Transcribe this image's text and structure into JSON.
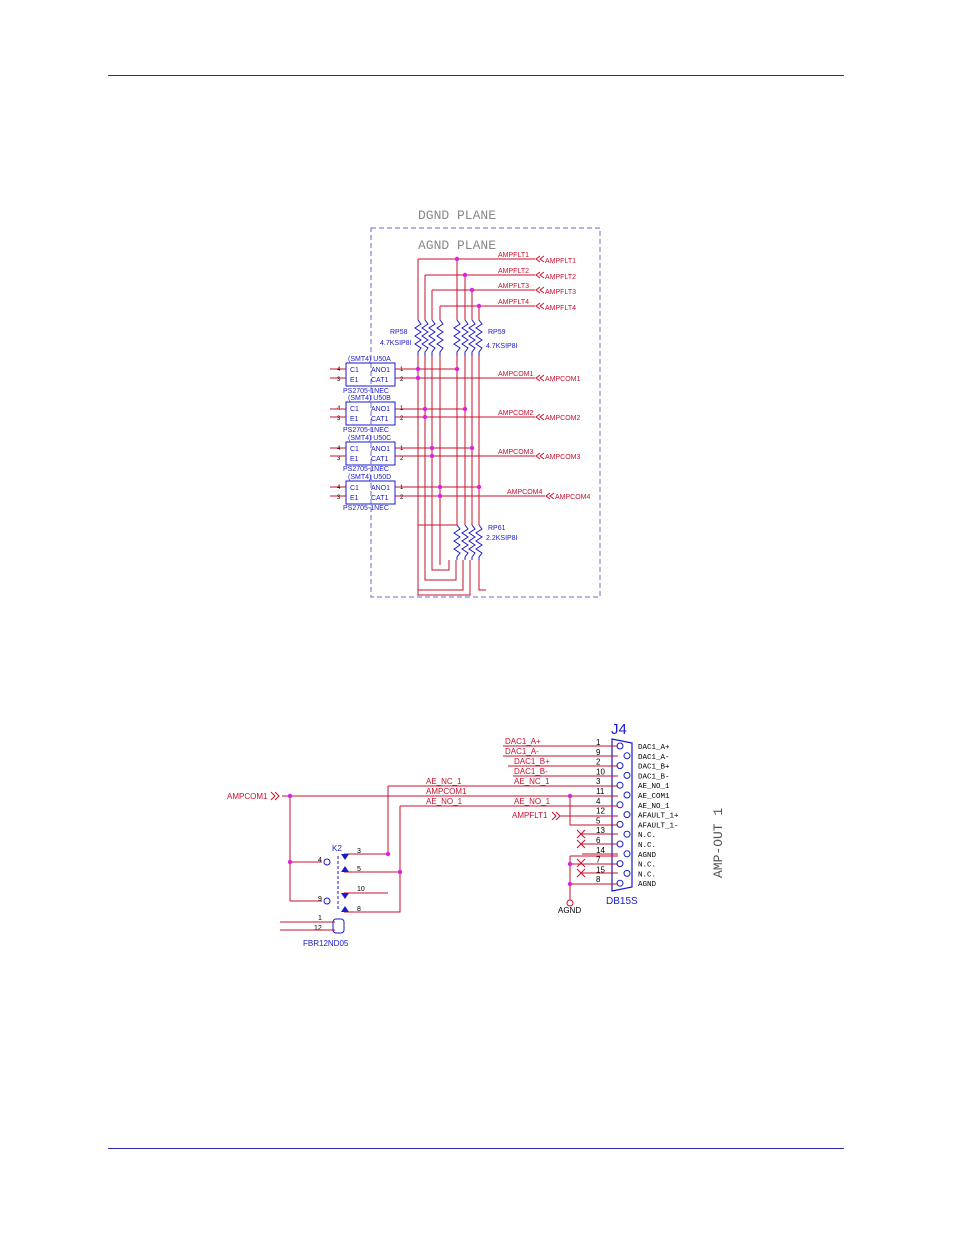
{
  "colors": {
    "rule": "#2a2ab0",
    "wire": "#c8102e",
    "junction": "#e020e0",
    "component": "#1a1acc",
    "frame": "#6a6ad0",
    "plane_text": "#888888",
    "pin_text": "#000000"
  },
  "top": {
    "dgnd_plane": "DGND PLANE",
    "agnd_plane": "AGND PLANE",
    "fault_nets": [
      "AMPFLT1",
      "AMPFLT2",
      "AMPFLT3",
      "AMPFLT4"
    ],
    "fault_ports": [
      "AMPFLT1",
      "AMPFLT2",
      "AMPFLT3",
      "AMPFLT4"
    ],
    "com_nets": [
      "AMPCOM1",
      "AMPCOM2",
      "AMPCOM3",
      "AMPCOM4"
    ],
    "com_ports": [
      "AMPCOM1",
      "AMPCOM2",
      "AMPCOM3",
      "AMPCOM4"
    ],
    "rp58": {
      "ref": "RP58",
      "value": "4.7KSIP8I"
    },
    "rp59": {
      "ref": "RP59",
      "value": "4.7KSIP8I"
    },
    "rp61": {
      "ref": "RP61",
      "value": "2.2KSIP8I"
    },
    "opto": [
      {
        "header": "(SMT4) U50A",
        "part": "PS2705-1NEC"
      },
      {
        "header": "(SMT4) U50B",
        "part": "PS2705-1NEC"
      },
      {
        "header": "(SMT4) U50C",
        "part": "PS2705-1NEC"
      },
      {
        "header": "(SMT4) U50D",
        "part": "PS2705-1NEC"
      }
    ],
    "opto_pins": {
      "c1": "C1",
      "e1": "E1",
      "ano1": "ANO1",
      "cat1": "CAT1",
      "p4": "4",
      "p3": "3",
      "p1": "1",
      "p2": "2"
    }
  },
  "bottom": {
    "connector_ref": "J4",
    "connector_type": "DB15S",
    "title": "AMP-OUT 1",
    "port_ampcom": "AMPCOM1",
    "relay_ref": "K2",
    "relay_part": "FBR12ND05",
    "agnd_label": "AGND",
    "ampflt_port": "AMPFLT1",
    "nets": {
      "dac_a_p": "DAC1_A+",
      "dac_a_n": "DAC1_A-",
      "dac_b_p": "DAC1_B+",
      "dac_b_n": "DAC1_B-",
      "ae_nc": "AE_NC_1",
      "ampcom": "AMPCOM1",
      "ae_no": "AE_NO_1",
      "ae_nc_b": "AE_NC_1",
      "ae_no_b": "AE_NO_1"
    },
    "relay_pins": {
      "p3": "3",
      "p4": "4",
      "p5": "5",
      "p10": "10",
      "p9": "9",
      "p8": "8",
      "p1": "1",
      "p12": "12"
    },
    "pins": [
      "1",
      "9",
      "2",
      "10",
      "3",
      "11",
      "4",
      "12",
      "5",
      "13",
      "6",
      "14",
      "7",
      "15",
      "8"
    ],
    "pin_names": [
      "DAC1_A+",
      "DAC1_A-",
      "DAC1_B+",
      "DAC1_B-",
      "AE_NO_1",
      "AE_COM1",
      "AE_NO_1",
      "AFAULT_1+",
      "AFAULT_1-",
      "N.C.",
      "N.C.",
      "AGND",
      "N.C.",
      "N.C.",
      "AGND"
    ]
  }
}
